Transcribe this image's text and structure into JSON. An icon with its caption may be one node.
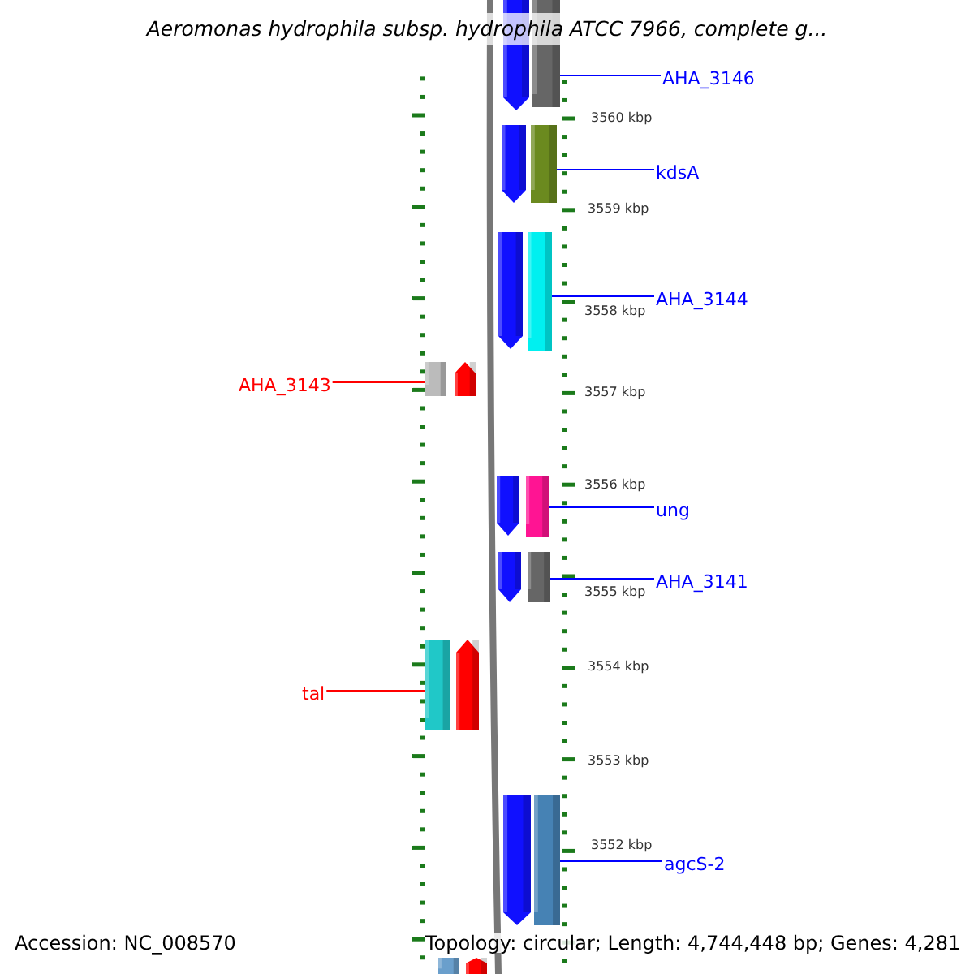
{
  "diagram": {
    "title": "Aeromonas hydrophila subsp. hydrophila ATCC 7966, complete g...",
    "nodes": [
      {
        "text": [],
        "shape": "bar"
      },
      {
        "text": [],
        "shape": "bar"
      },
      {
        "text": [
          "AHA_3146"
        ]
      },
      {
        "text": [],
        "shape": "bar"
      },
      {
        "text": [],
        "shape": "bar"
      },
      {
        "text": [
          "kdsA"
        ]
      },
      {
        "text": [],
        "shape": "bar"
      },
      {
        "text": [],
        "shape": "bar"
      },
      {
        "text": [
          "AHA_3144"
        ]
      },
      {
        "text": [
          "AHA_3143"
        ]
      },
      {
        "text": [],
        "shape": "bar"
      },
      {
        "text": [],
        "shape": "bar"
      },
      {
        "text": [],
        "shape": "bar"
      },
      {
        "text": [],
        "shape": "bar"
      },
      {
        "text": [
          "ung"
        ]
      },
      {
        "text": [],
        "shape": "bar"
      },
      {
        "text": [],
        "shape": "bar"
      },
      {
        "text": [
          "AHA_3141"
        ]
      },
      {
        "text": [
          "tal"
        ]
      },
      {
        "text": [],
        "shape": "bar"
      },
      {
        "text": [],
        "shape": "bar"
      },
      {
        "text": [],
        "shape": "bar"
      },
      {
        "text": [],
        "shape": "bar"
      },
      {
        "text": [
          "agcS-2"
        ]
      },
      {
        "text": [],
        "shape": "bar"
      },
      {
        "text": [],
        "shape": "bar"
      }
    ],
    "edges": [
      {
        "from": 2,
        "to": 1,
        "arrow": "none",
        "color": "#0000ff"
      },
      {
        "from": 5,
        "to": 4,
        "arrow": "none",
        "color": "#0000ff"
      },
      {
        "from": 8,
        "to": 7,
        "arrow": "none",
        "color": "#0000ff"
      },
      {
        "from": 9,
        "to": 10,
        "arrow": "none",
        "color": "#ff0000"
      },
      {
        "from": 14,
        "to": 13,
        "arrow": "none",
        "color": "#0000ff"
      },
      {
        "from": 17,
        "to": 16,
        "arrow": "none",
        "color": "#0000ff"
      },
      {
        "from": 18,
        "to": 19,
        "arrow": "none",
        "color": "#ff0000"
      },
      {
        "from": 23,
        "to": 22,
        "arrow": "none",
        "color": "#0000ff"
      }
    ],
    "labels": [
      "3560 kbp",
      "3559 kbp",
      "3558 kbp",
      "3557 kbp",
      "3556 kbp",
      "3555 kbp",
      "3554 kbp",
      "3553 kbp",
      "3552 kbp",
      "Accession: NC_008570",
      "Topology: circular; Length: 4,744,448 bp; Genes: 4,281"
    ]
  }
}
